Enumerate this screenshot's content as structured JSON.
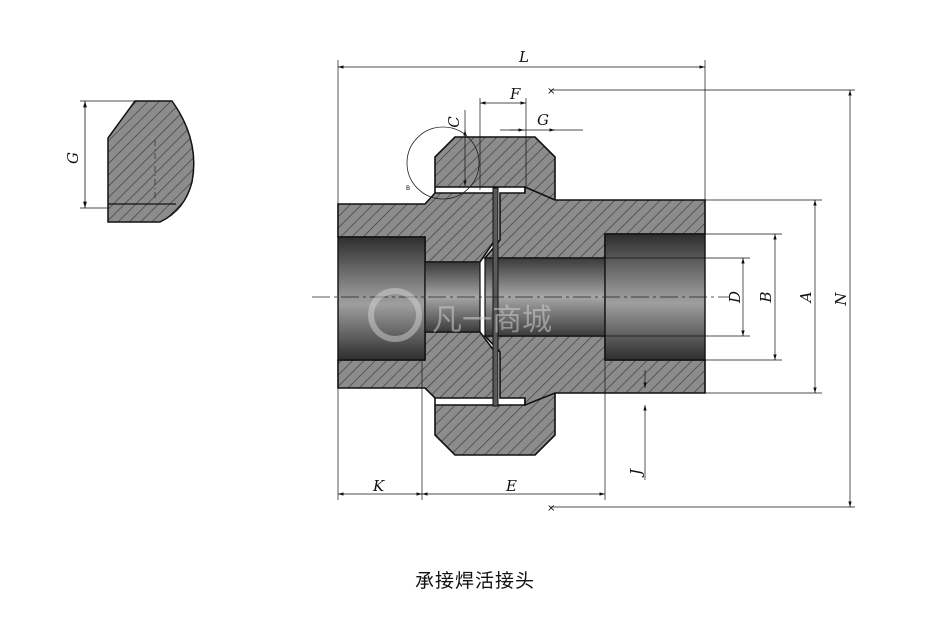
{
  "caption": "承接焊活接头",
  "watermark": "凡一商城",
  "detail_marker": "B",
  "dimensions": {
    "L": "L",
    "F": "F",
    "G_top": "G",
    "C_top": "C",
    "G_detail": "G",
    "D": "D",
    "B": "B",
    "A": "A",
    "N": "N",
    "K": "K",
    "E": "E",
    "J": "J"
  },
  "colors": {
    "hatch_fill": "#8c8c8c",
    "hatch_line": "#3a3a3a",
    "bore_dark": "#4a4a4a",
    "bore_light": "#9a9a9a",
    "outline": "#111111"
  }
}
